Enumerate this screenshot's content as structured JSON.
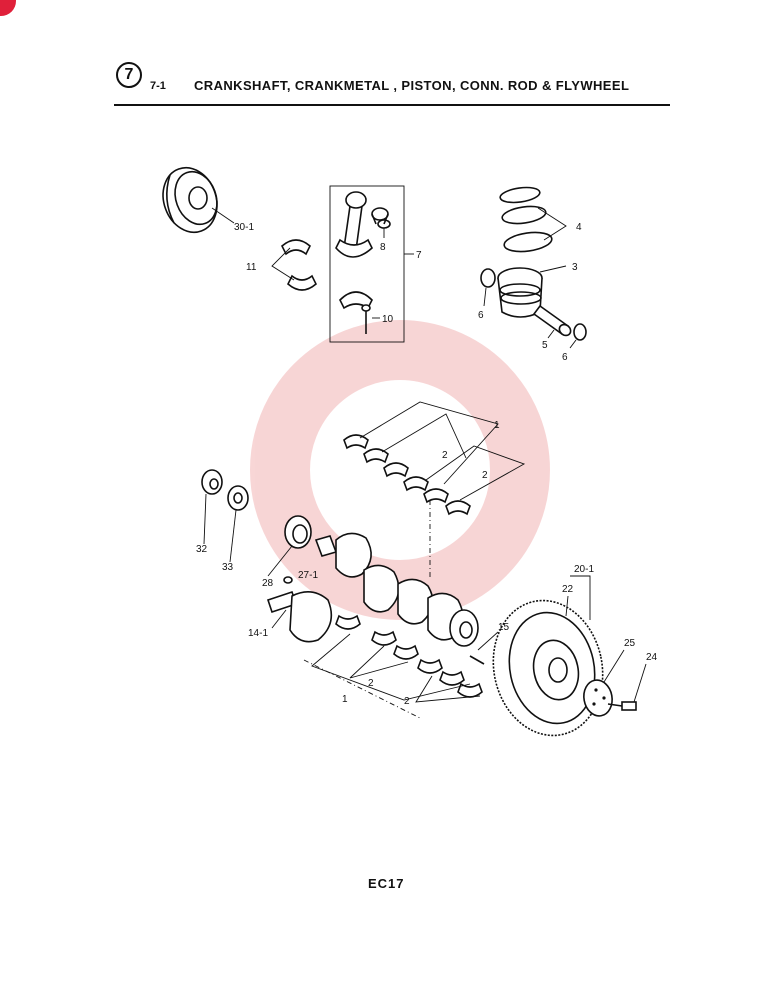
{
  "header": {
    "section_number": "7",
    "subsection": "7-1",
    "title": "CRANKSHAFT, CRANKMETAL , PISTON, CONN. ROD & FLYWHEEL"
  },
  "footer": {
    "page_code": "EC17"
  },
  "callouts": {
    "c30_1": "30-1",
    "c11": "11",
    "c8": "8",
    "c7": "7",
    "c10": "10",
    "c4": "4",
    "c3": "3",
    "c6a": "6",
    "c5": "5",
    "c6b": "6",
    "c1_upper": "1",
    "c2_upper_a": "2",
    "c2_upper_b": "2",
    "c32": "32",
    "c33": "33",
    "c28": "28",
    "c27_1": "27-1",
    "c14_1": "14-1",
    "c15": "15",
    "c1_lower": "1",
    "c2_lower_a": "2",
    "c2_lower_b": "2",
    "c20_1": "20-1",
    "c22": "22",
    "c25": "25",
    "c24": "24"
  },
  "colors": {
    "ink": "#111111",
    "watermark": "#f2b4b4",
    "corner_mark": "#e0203a"
  }
}
